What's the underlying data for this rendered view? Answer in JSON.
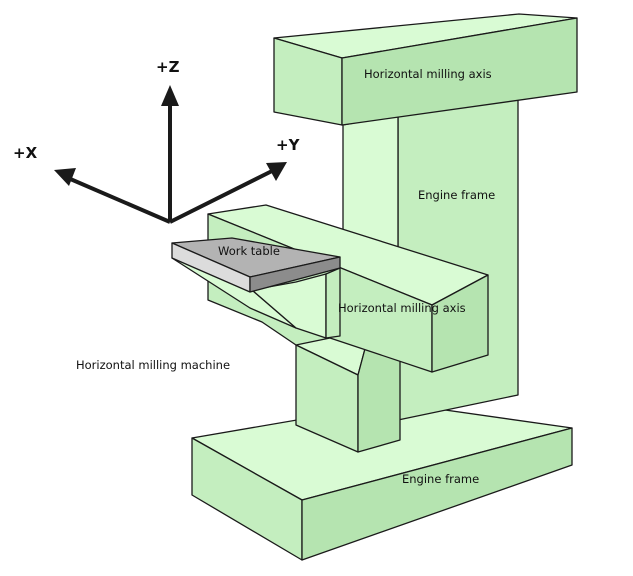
{
  "colors": {
    "face_light": "#d9fbd4",
    "face_mid": "#c4eebf",
    "face_dark": "#b5e4b0",
    "table_top": "#b3b3b3",
    "table_side": "#8c8c8c",
    "table_light": "#dcdcdc",
    "stroke": "#1a1a1a"
  },
  "axes": {
    "z": "+Z",
    "x": "+X",
    "y": "+Y"
  },
  "labels": {
    "top_arm": "Horizontal milling axis",
    "column": "Engine frame",
    "work_table": "Work table",
    "spindle": "Horizontal milling axis",
    "machine": "Horizontal milling machine",
    "base": "Engine frame"
  }
}
